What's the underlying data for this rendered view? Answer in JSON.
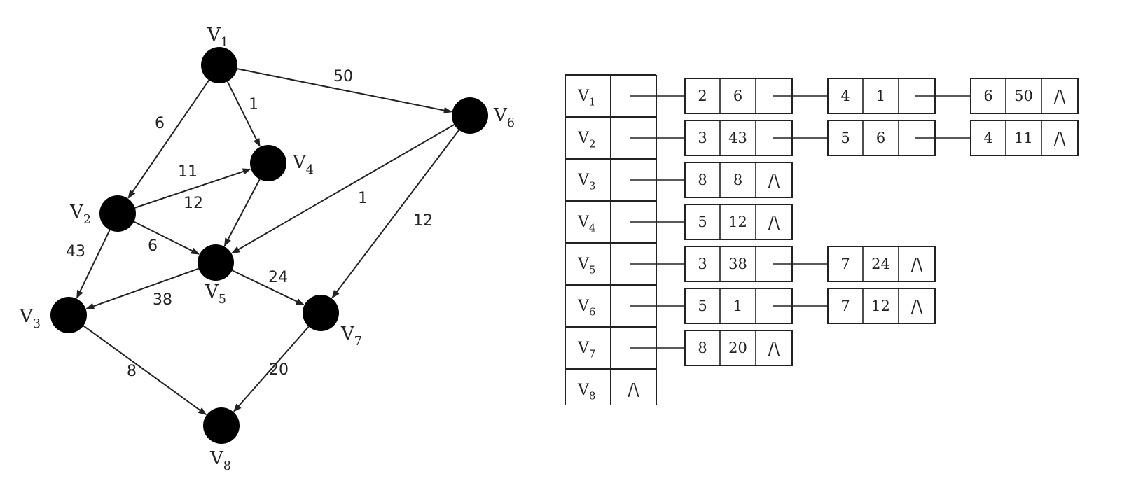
{
  "graph": {
    "vertices": [
      {
        "id": "v1",
        "label": "V",
        "sub": "1"
      },
      {
        "id": "v2",
        "label": "V",
        "sub": "2"
      },
      {
        "id": "v3",
        "label": "V",
        "sub": "3"
      },
      {
        "id": "v4",
        "label": "V",
        "sub": "4"
      },
      {
        "id": "v5",
        "label": "V",
        "sub": "5"
      },
      {
        "id": "v6",
        "label": "V",
        "sub": "6"
      },
      {
        "id": "v7",
        "label": "V",
        "sub": "7"
      },
      {
        "id": "v8",
        "label": "V",
        "sub": "8"
      }
    ],
    "edges": [
      {
        "from": "v1",
        "to": "v2",
        "weight": "6"
      },
      {
        "from": "v1",
        "to": "v4",
        "weight": "1"
      },
      {
        "from": "v1",
        "to": "v6",
        "weight": "50"
      },
      {
        "from": "v2",
        "to": "v4",
        "weight": "11"
      },
      {
        "from": "v2",
        "to": "v5",
        "weight": "6"
      },
      {
        "from": "v2",
        "to": "v3",
        "weight": "43"
      },
      {
        "from": "v4",
        "to": "v5",
        "weight": "12"
      },
      {
        "from": "v6",
        "to": "v5",
        "weight": "1"
      },
      {
        "from": "v6",
        "to": "v7",
        "weight": "12"
      },
      {
        "from": "v5",
        "to": "v3",
        "weight": "38"
      },
      {
        "from": "v5",
        "to": "v7",
        "weight": "24"
      },
      {
        "from": "v3",
        "to": "v8",
        "weight": "8"
      },
      {
        "from": "v7",
        "to": "v8",
        "weight": "20"
      }
    ]
  },
  "adjacency_list": {
    "null_symbol": "/\\",
    "rows": [
      {
        "label": "V",
        "sub": "1",
        "nodes": [
          {
            "v": "2",
            "w": "6"
          },
          {
            "v": "4",
            "w": "1"
          },
          {
            "v": "6",
            "w": "50"
          }
        ]
      },
      {
        "label": "V",
        "sub": "2",
        "nodes": [
          {
            "v": "3",
            "w": "43"
          },
          {
            "v": "5",
            "w": "6"
          },
          {
            "v": "4",
            "w": "11"
          }
        ]
      },
      {
        "label": "V",
        "sub": "3",
        "nodes": [
          {
            "v": "8",
            "w": "8"
          }
        ]
      },
      {
        "label": "V",
        "sub": "4",
        "nodes": [
          {
            "v": "5",
            "w": "12"
          }
        ]
      },
      {
        "label": "V",
        "sub": "5",
        "nodes": [
          {
            "v": "3",
            "w": "38"
          },
          {
            "v": "7",
            "w": "24"
          }
        ]
      },
      {
        "label": "V",
        "sub": "6",
        "nodes": [
          {
            "v": "5",
            "w": "1"
          },
          {
            "v": "7",
            "w": "12"
          }
        ]
      },
      {
        "label": "V",
        "sub": "7",
        "nodes": [
          {
            "v": "8",
            "w": "20"
          }
        ]
      },
      {
        "label": "V",
        "sub": "8",
        "nodes": []
      }
    ]
  }
}
